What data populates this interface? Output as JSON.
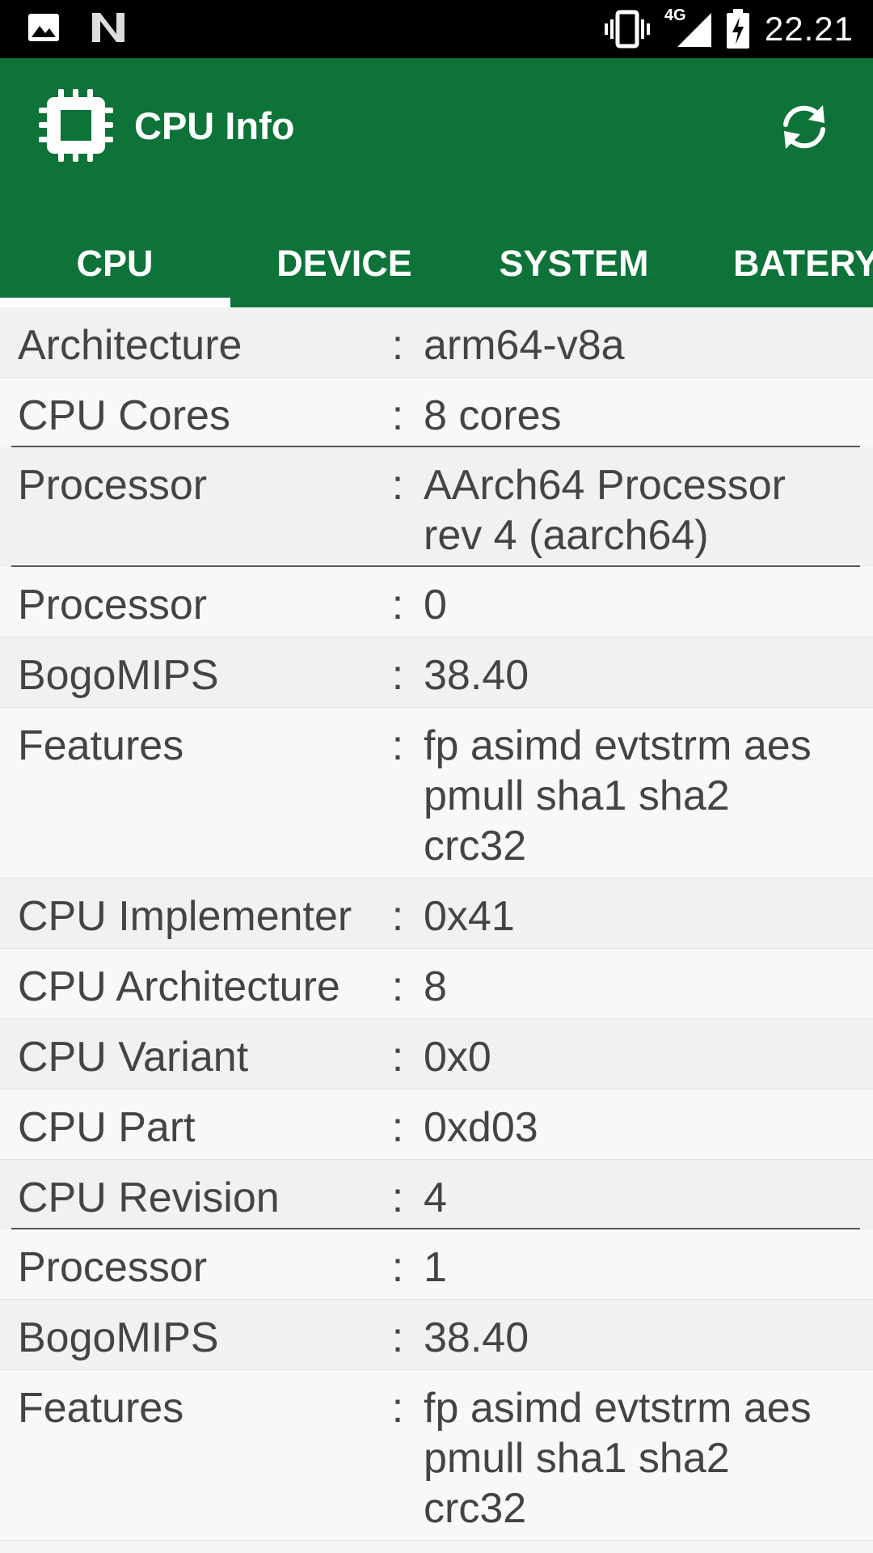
{
  "status_bar": {
    "time": "22.21",
    "network": "4G",
    "icons": [
      "image-icon",
      "n-icon",
      "vibrate-icon",
      "signal-icon",
      "battery-charging-icon"
    ]
  },
  "app_bar": {
    "title": "CPU Info",
    "icon": "cpu-chip-icon",
    "action_icon": "refresh-icon",
    "background": "#0d7339"
  },
  "tabs": [
    {
      "label": "CPU",
      "selected": true
    },
    {
      "label": "DEVICE",
      "selected": false
    },
    {
      "label": "SYSTEM",
      "selected": false
    },
    {
      "label": "BATERY",
      "selected": false
    }
  ],
  "rows": [
    {
      "label": "Architecture",
      "value": "arm64-v8a"
    },
    {
      "label": "CPU Cores",
      "value": "8 cores"
    },
    {
      "label": "Processor",
      "value": "AArch64 Processor rev 4 (aarch64)"
    },
    {
      "label": "Processor",
      "value": "0"
    },
    {
      "label": "BogoMIPS",
      "value": "38.40"
    },
    {
      "label": "Features",
      "value": "fp asimd evtstrm aes pmull sha1 sha2 crc32"
    },
    {
      "label": "CPU Implementer",
      "value": "0x41"
    },
    {
      "label": "CPU Architecture",
      "value": "8"
    },
    {
      "label": "CPU Variant",
      "value": "0x0"
    },
    {
      "label": "CPU Part",
      "value": "0xd03"
    },
    {
      "label": "CPU Revision",
      "value": "4"
    },
    {
      "label": "Processor",
      "value": "1"
    },
    {
      "label": "BogoMIPS",
      "value": "38.40"
    },
    {
      "label": "Features",
      "value": "fp asimd evtstrm aes pmull sha1 sha2 crc32"
    }
  ],
  "separator": ":"
}
